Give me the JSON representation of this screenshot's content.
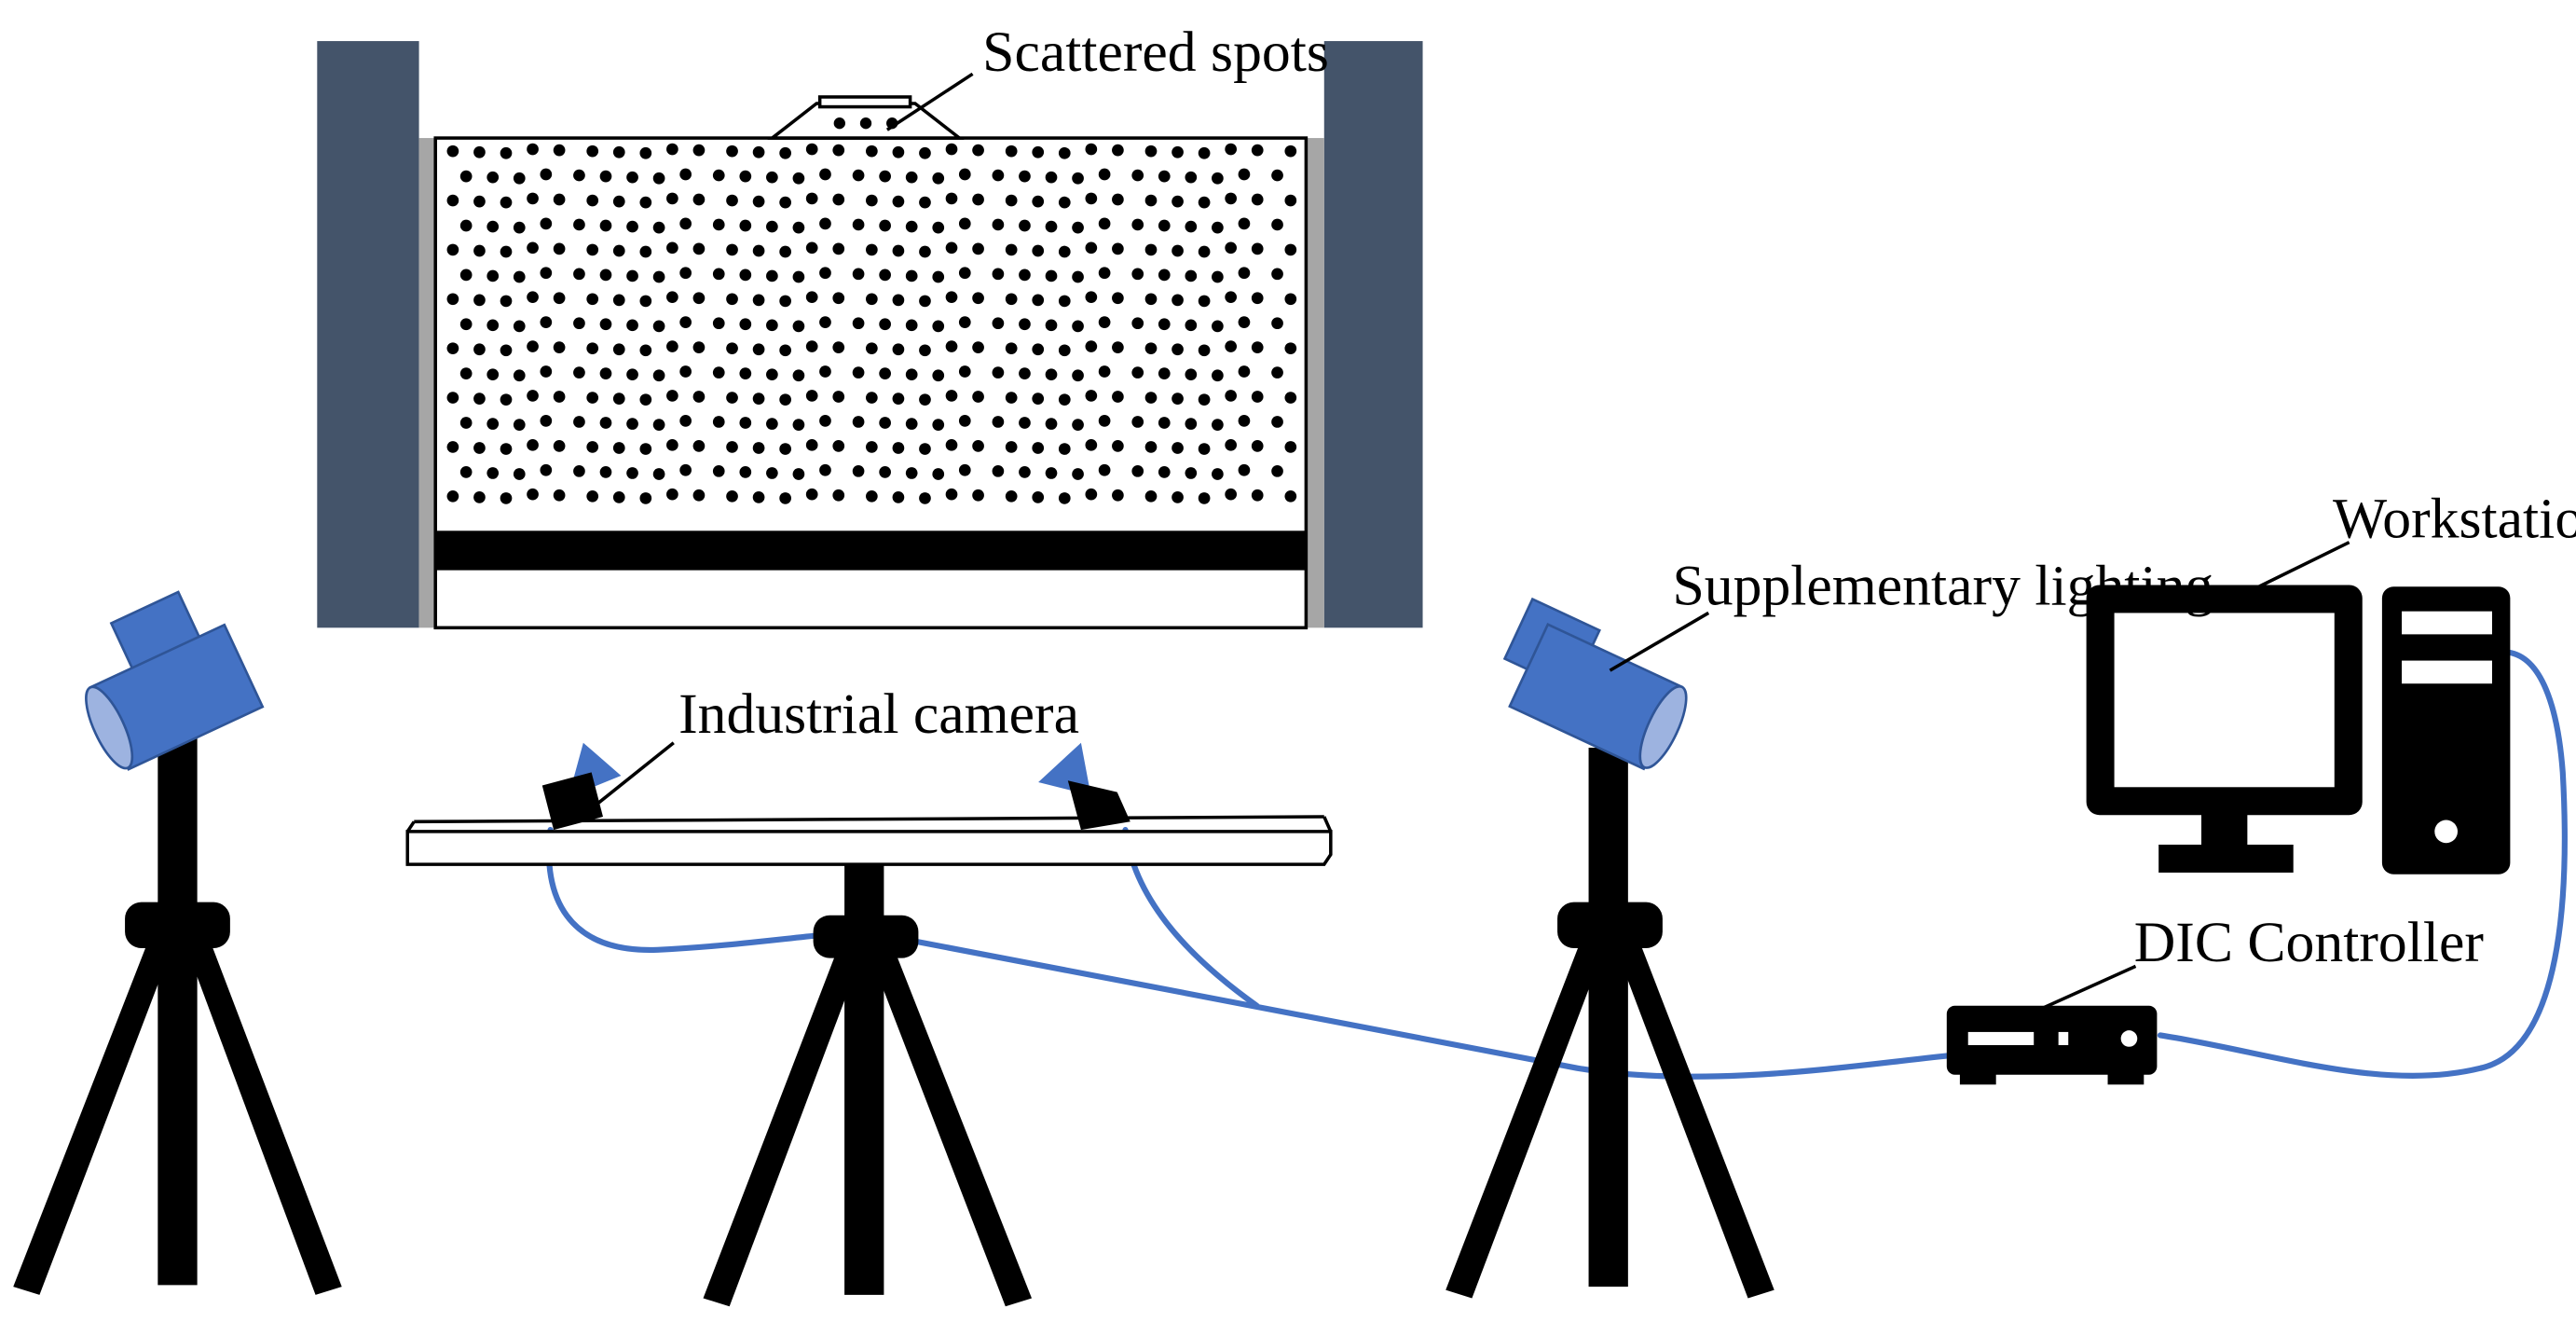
{
  "labels": {
    "scattered_spots": "Scattered spots",
    "supplementary_lighting": "Supplementary lighting",
    "workstation": "Workstation",
    "industrial_camera": "Industrial camera",
    "dic_controller": "DIC Controller"
  },
  "colors": {
    "frame_column": "#44546A",
    "lamp_blue": "#4472C4",
    "lamp_blue_light": "#9DB3E0",
    "cable_blue": "#4472C4",
    "speckle": "#000000",
    "equipment_black": "#000000"
  },
  "icons": [
    "loading-frame-icon",
    "speckle-specimen-icon",
    "lamp-icon",
    "tripod-icon",
    "industrial-camera-icon",
    "camera-rail-icon",
    "workstation-monitor-icon",
    "workstation-tower-icon",
    "dic-controller-icon",
    "cable-icon"
  ]
}
